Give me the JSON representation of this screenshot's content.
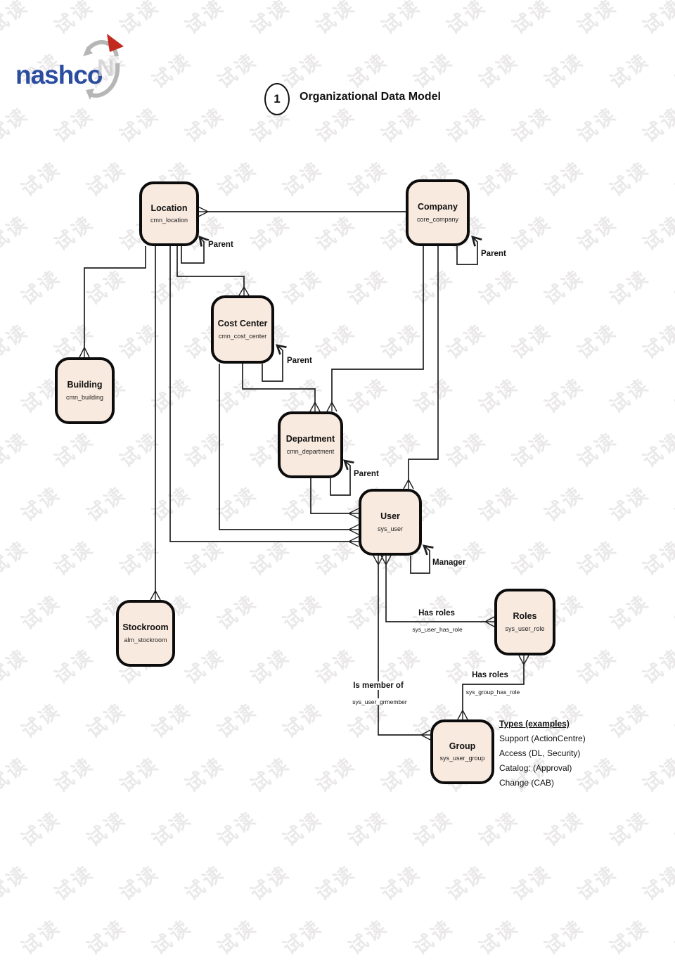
{
  "watermark": {
    "text": "试读"
  },
  "logo": {
    "brand": "nashco"
  },
  "header": {
    "number": "1",
    "title": "Organizational Data Model"
  },
  "entities": {
    "location": {
      "label": "Location",
      "table": "cmn_location"
    },
    "company": {
      "label": "Company",
      "table": "core_company"
    },
    "cost_center": {
      "label": "Cost Center",
      "table": "cmn_cost_center"
    },
    "building": {
      "label": "Building",
      "table": "cmn_building"
    },
    "department": {
      "label": "Department",
      "table": "cmn_department"
    },
    "user": {
      "label": "User",
      "table": "sys_user"
    },
    "stockroom": {
      "label": "Stockroom",
      "table": "alm_stockroom"
    },
    "roles": {
      "label": "Roles",
      "table": "sys_user_role"
    },
    "group": {
      "label": "Group",
      "table": "sys_user_group"
    }
  },
  "relationships": {
    "parent_location": {
      "label": "Parent"
    },
    "parent_company": {
      "label": "Parent"
    },
    "parent_cost_center": {
      "label": "Parent"
    },
    "parent_department": {
      "label": "Parent"
    },
    "manager": {
      "label": "Manager"
    },
    "user_has_roles": {
      "label": "Has roles",
      "table": "sys_user_has_role"
    },
    "is_member_of": {
      "label": "Is member of",
      "table": "sys_user_grmember"
    },
    "group_has_roles": {
      "label": "Has roles",
      "table": "sys_group_has_role"
    }
  },
  "notes": {
    "heading": "Types (examples)",
    "items": [
      "Support (ActionCentre)",
      "Access (DL, Security)",
      "Catalog: (Approval)",
      "Change (CAB)"
    ]
  },
  "colors": {
    "entity_fill": "#f9eadf",
    "entity_border": "#0c0c0c",
    "line": "#1f1f1f",
    "brand_blue": "#2b4da0",
    "brand_red": "#c22a1e",
    "watermark_gray": "#d9d7d7"
  }
}
